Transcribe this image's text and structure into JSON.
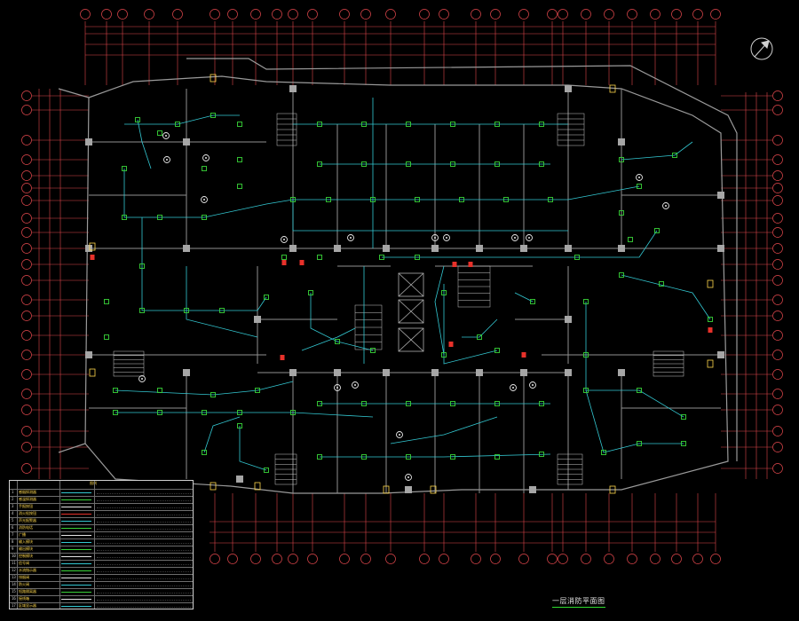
{
  "drawing": {
    "title": "一层消防平面图",
    "colors": {
      "background": "#000000",
      "grid_line": "#e0474c",
      "wall": "#8f8f8f",
      "structure": "#a6a6a6",
      "conduit": "#33c8d2",
      "device": "#39d439",
      "alarm_red": "#e8312a",
      "accent_yellow": "#ffd84d",
      "text": "#d8d8d8"
    },
    "icons": [
      "north-arrow-icon",
      "smoke-detector-icon",
      "alarm-device-icon",
      "elevator-icon",
      "stair-icon"
    ]
  },
  "legend": {
    "header": "图例",
    "rows": [
      {
        "no": "1",
        "name": "感烟探测器"
      },
      {
        "no": "2",
        "name": "感温探测器"
      },
      {
        "no": "3",
        "name": "手报按钮"
      },
      {
        "no": "4",
        "name": "消火栓按钮"
      },
      {
        "no": "5",
        "name": "声光报警器"
      },
      {
        "no": "6",
        "name": "消防电话"
      },
      {
        "no": "7",
        "name": "广播"
      },
      {
        "no": "8",
        "name": "输入模块"
      },
      {
        "no": "9",
        "name": "输出模块"
      },
      {
        "no": "10",
        "name": "控制模块"
      },
      {
        "no": "11",
        "name": "信号阀"
      },
      {
        "no": "12",
        "name": "水流指示器"
      },
      {
        "no": "13",
        "name": "排烟阀"
      },
      {
        "no": "14",
        "name": "防火阀"
      },
      {
        "no": "15",
        "name": "短路隔离器"
      },
      {
        "no": "16",
        "name": "接线箱"
      },
      {
        "no": "17",
        "name": "区域显示器"
      }
    ]
  }
}
